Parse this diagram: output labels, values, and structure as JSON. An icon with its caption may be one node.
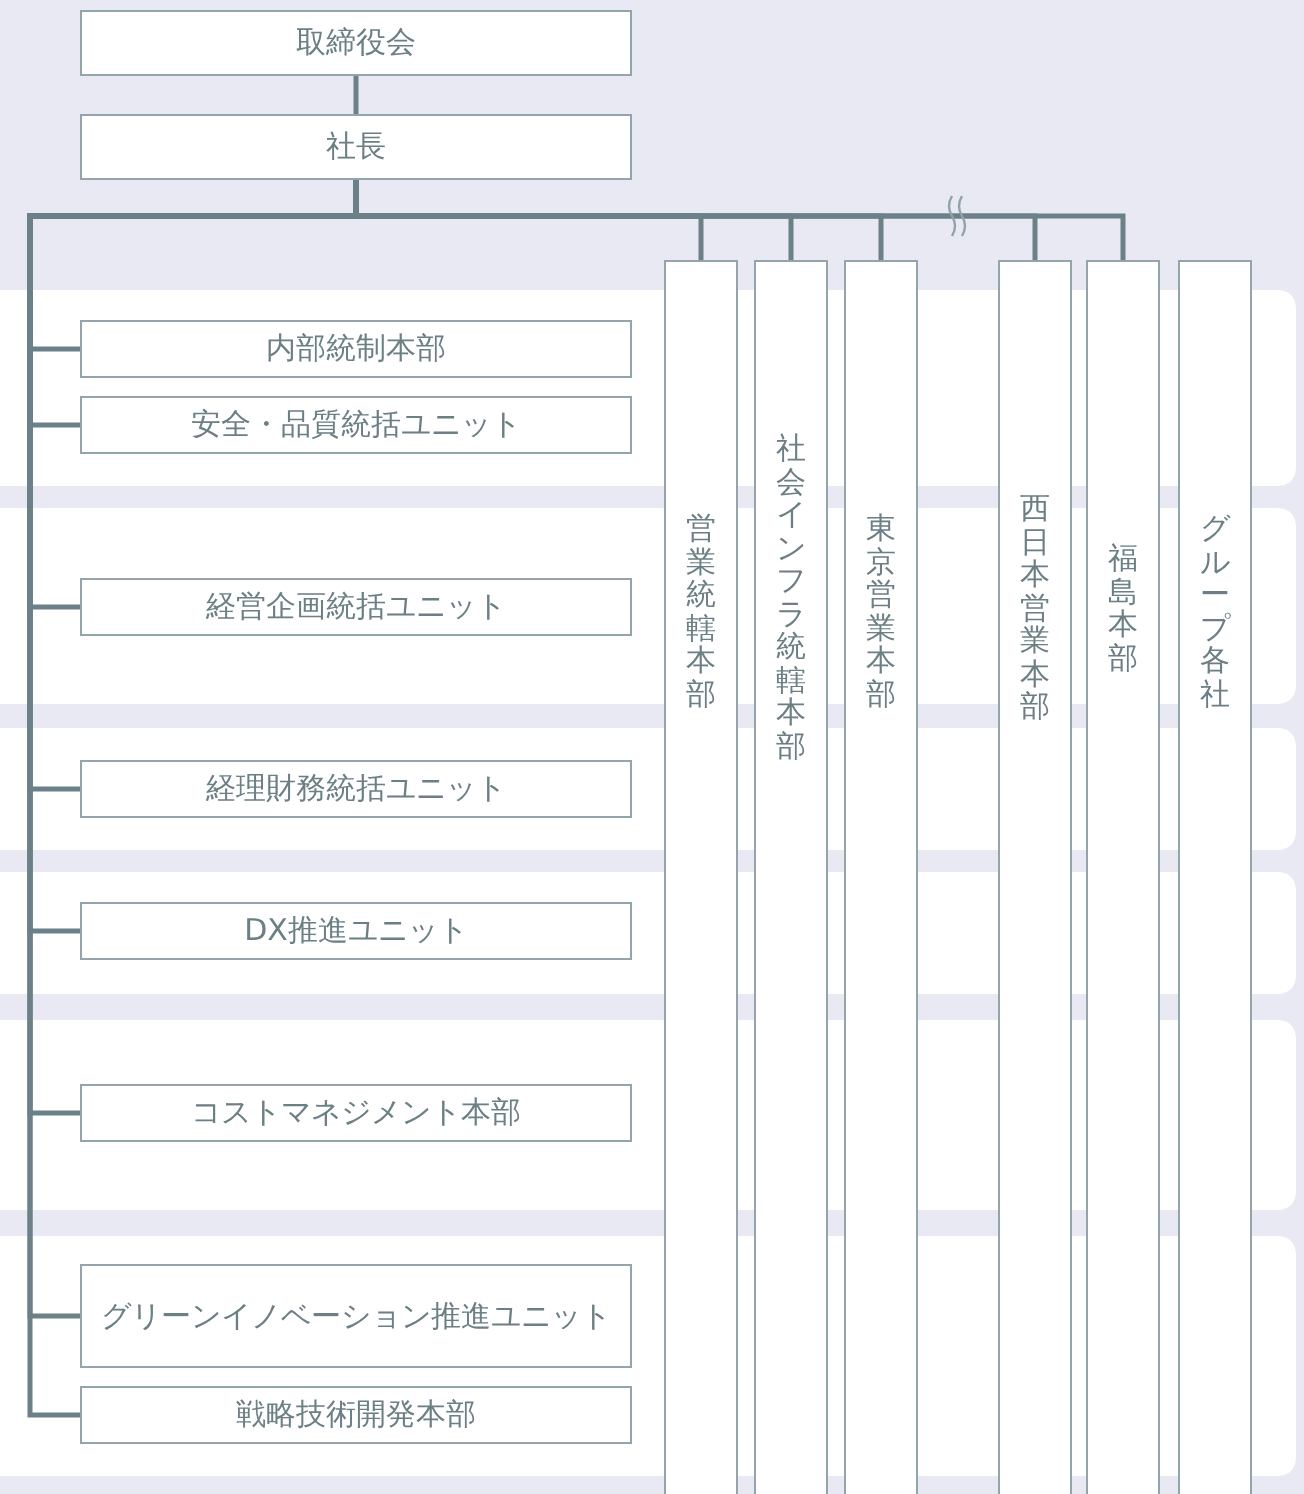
{
  "diagram": {
    "nodes": [
      {
        "text": [
          "取締役会"
        ]
      },
      {
        "text": [
          "社長"
        ]
      },
      {
        "text": [
          "内部統制本部"
        ]
      },
      {
        "text": [
          "安全・品質統括ユニット"
        ]
      },
      {
        "text": [
          "経営企画統括ユニット"
        ]
      },
      {
        "text": [
          "経理財務統括ユニット"
        ]
      },
      {
        "text": [
          "DX推進ユニット"
        ]
      },
      {
        "text": [
          "コストマネジメント本部"
        ]
      },
      {
        "text": [
          "グリーンイノベーション推進ユニット"
        ]
      },
      {
        "text": [
          "戦略技術開発本部"
        ]
      },
      {
        "text": [
          "営業統轄本部"
        ]
      },
      {
        "text": [
          "社会インフラ統轄本部"
        ]
      },
      {
        "text": [
          "東京営業本部"
        ]
      },
      {
        "text": [
          "西日本営業本部"
        ]
      },
      {
        "text": [
          "福島本部"
        ]
      },
      {
        "text": [
          "グループ各社"
        ]
      }
    ],
    "edges": [
      {
        "from": 0,
        "to": 1,
        "arrow": "none"
      },
      {
        "from": 1,
        "to": 2,
        "arrow": "none"
      },
      {
        "from": 1,
        "to": 3,
        "arrow": "none"
      },
      {
        "from": 1,
        "to": 4,
        "arrow": "none"
      },
      {
        "from": 1,
        "to": 5,
        "arrow": "none"
      },
      {
        "from": 1,
        "to": 6,
        "arrow": "none"
      },
      {
        "from": 1,
        "to": 7,
        "arrow": "none"
      },
      {
        "from": 1,
        "to": 8,
        "arrow": "none"
      },
      {
        "from": 1,
        "to": 9,
        "arrow": "none"
      },
      {
        "from": 1,
        "to": 10,
        "arrow": "none"
      },
      {
        "from": 1,
        "to": 11,
        "arrow": "none"
      },
      {
        "from": 1,
        "to": 12,
        "arrow": "none"
      },
      {
        "from": 1,
        "to": 13,
        "arrow": "none"
      },
      {
        "from": 1,
        "to": 14,
        "arrow": "none"
      }
    ]
  }
}
